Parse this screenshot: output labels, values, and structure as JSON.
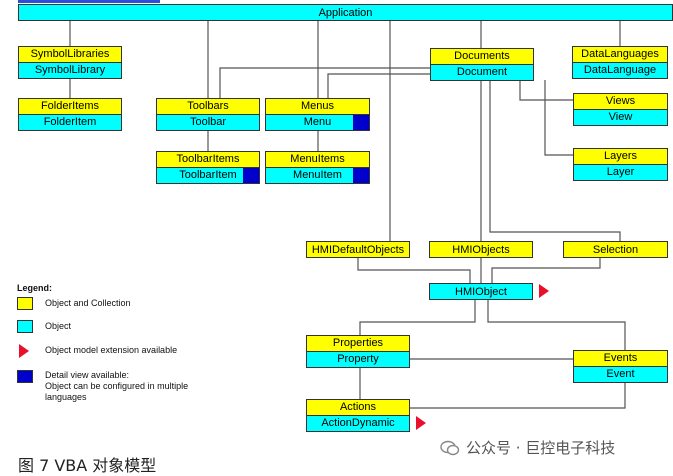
{
  "diagram": {
    "application": "Application",
    "symbol_libraries": {
      "collection": "SymbolLibraries",
      "object": "SymbolLibrary"
    },
    "folder_items": {
      "collection": "FolderItems",
      "object": "FolderItem"
    },
    "toolbars": {
      "collection": "Toolbars",
      "object": "Toolbar"
    },
    "menus": {
      "collection": "Menus",
      "object": "Menu"
    },
    "toolbar_items": {
      "collection": "ToolbarItems",
      "object": "ToolbarItem"
    },
    "menu_items": {
      "collection": "MenuItems",
      "object": "MenuItem"
    },
    "documents": {
      "collection": "Documents",
      "object": "Document"
    },
    "data_languages": {
      "collection": "DataLanguages",
      "object": "DataLanguage"
    },
    "views": {
      "collection": "Views",
      "object": "View"
    },
    "layers": {
      "collection": "Layers",
      "object": "Layer"
    },
    "hmi_default_objects": "HMIDefaultObjects",
    "hmi_objects": "HMIObjects",
    "selection": "Selection",
    "hmi_object": "HMIObject",
    "properties": {
      "collection": "Properties",
      "object": "Property"
    },
    "events": {
      "collection": "Events",
      "object": "Event"
    },
    "actions": {
      "collection": "Actions",
      "object": "ActionDynamic"
    }
  },
  "legend": {
    "title": "Legend:",
    "object_and_collection": "Object and Collection",
    "object": "Object",
    "extension": "Object model extension available",
    "detail_line1": "Detail view available:",
    "detail_line2": "Object can be configured in multiple",
    "detail_line3": "languages"
  },
  "caption": "图 7    VBA 对象模型",
  "watermark": "公众号 · 巨控电子科技",
  "colors": {
    "collection": "#ffff00",
    "object": "#00ffff",
    "extension": "#e8102a",
    "detail": "#0000cc"
  }
}
